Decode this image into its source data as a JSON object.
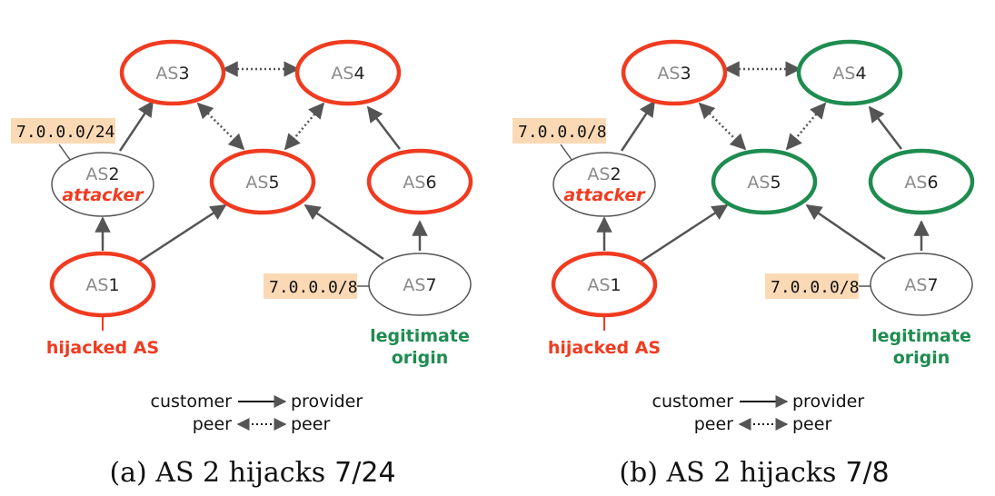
{
  "colors": {
    "hijacked": "#f03b20",
    "legit": "#1e8c50",
    "neutral": "#555555",
    "tag_bg": "#fbd9b5"
  },
  "panels": [
    {
      "caption_prefix": "(a) AS 2 hijacks ",
      "caption_prefix_text": "(a) AS 2 hijacks",
      "caption_value": "7/24",
      "attacker_prefix": "7.0.0.0/24",
      "origin_prefix": "7.0.0.0/8",
      "nodes": {
        "as1": {
          "pre": "AS",
          "num": "1",
          "state": "hijacked"
        },
        "as2": {
          "pre": "AS",
          "num": "2",
          "state": "neutral",
          "role": "attacker"
        },
        "as3": {
          "pre": "AS",
          "num": "3",
          "state": "hijacked"
        },
        "as4": {
          "pre": "AS",
          "num": "4",
          "state": "hijacked"
        },
        "as5": {
          "pre": "AS",
          "num": "5",
          "state": "hijacked"
        },
        "as6": {
          "pre": "AS",
          "num": "6",
          "state": "hijacked"
        },
        "as7": {
          "pre": "AS",
          "num": "7",
          "state": "neutral"
        }
      },
      "hijacked_label": "hijacked AS",
      "origin_label_1": "legitimate",
      "origin_label_2": "origin"
    },
    {
      "caption_prefix_text": "(b) AS 2 hijacks",
      "caption_value": "7/8",
      "attacker_prefix": "7.0.0.0/8",
      "origin_prefix": "7.0.0.0/8",
      "nodes": {
        "as1": {
          "pre": "AS",
          "num": "1",
          "state": "hijacked"
        },
        "as2": {
          "pre": "AS",
          "num": "2",
          "state": "neutral",
          "role": "attacker"
        },
        "as3": {
          "pre": "AS",
          "num": "3",
          "state": "hijacked"
        },
        "as4": {
          "pre": "AS",
          "num": "4",
          "state": "legit"
        },
        "as5": {
          "pre": "AS",
          "num": "5",
          "state": "legit"
        },
        "as6": {
          "pre": "AS",
          "num": "6",
          "state": "legit"
        },
        "as7": {
          "pre": "AS",
          "num": "7",
          "state": "neutral"
        }
      },
      "hijacked_label": "hijacked AS",
      "origin_label_1": "legitimate",
      "origin_label_2": "origin"
    }
  ],
  "legend": {
    "customer": "customer",
    "provider": "provider",
    "peer_left": "peer",
    "peer_right": "peer"
  }
}
